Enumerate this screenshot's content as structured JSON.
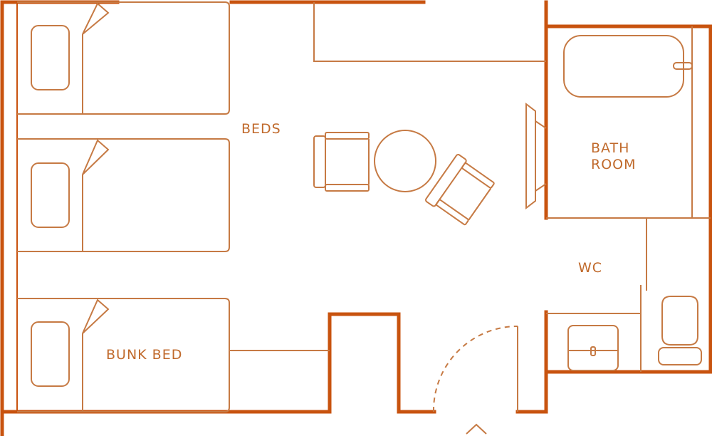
{
  "colors": {
    "wall": "#c8530f",
    "line": "#c67a44",
    "text": "#c06a2c",
    "background": "#ffffff"
  },
  "labels": {
    "beds": "BEDS",
    "bathroom_line1": "BATH",
    "bathroom_line2": "ROOM",
    "wc": "WC",
    "bunk_bed": "BUNK BED"
  },
  "icons": [
    "bed-icon",
    "pillow-icon",
    "armchair-icon",
    "round-table-icon",
    "bathtub-icon",
    "toilet-icon",
    "sink-icon",
    "tv-icon",
    "door-swing-icon",
    "entrance-arrow-icon"
  ]
}
